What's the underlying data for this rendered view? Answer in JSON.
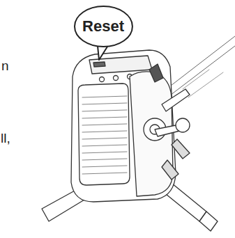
{
  "diagram": {
    "nodes": [
      {
        "text": [
          "Reset"
        ]
      }
    ],
    "labels": [
      "n",
      "ll,"
    ]
  }
}
